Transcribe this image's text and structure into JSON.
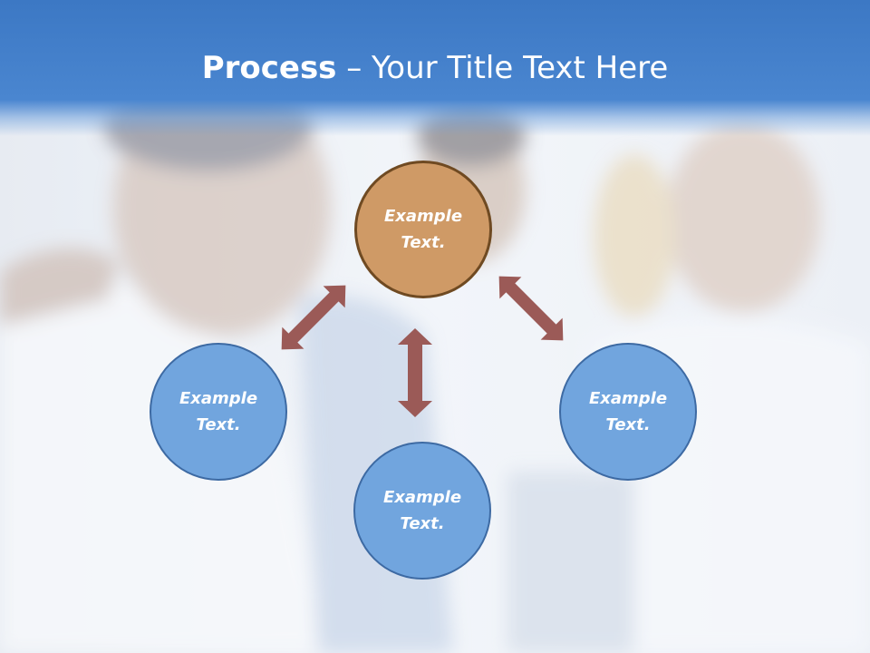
{
  "slide": {
    "title_bold": "Process",
    "title_rest": " – Your Title Text Here"
  },
  "diagram": {
    "nodes": [
      {
        "id": "top",
        "label": "Example Text.",
        "color": "#cf9a66"
      },
      {
        "id": "left",
        "label": "Example Text.",
        "color": "#71a5de"
      },
      {
        "id": "right",
        "label": "Example Text.",
        "color": "#71a5de"
      },
      {
        "id": "bottom",
        "label": "Example Text.",
        "color": "#71a5de"
      }
    ],
    "connectors": [
      {
        "from": "top",
        "to": "left",
        "type": "double-arrow"
      },
      {
        "from": "top",
        "to": "bottom",
        "type": "double-arrow"
      },
      {
        "from": "top",
        "to": "right",
        "type": "double-arrow"
      }
    ],
    "arrow_color": "#9b5a57",
    "background_photo": "blurred medical staff photo"
  }
}
